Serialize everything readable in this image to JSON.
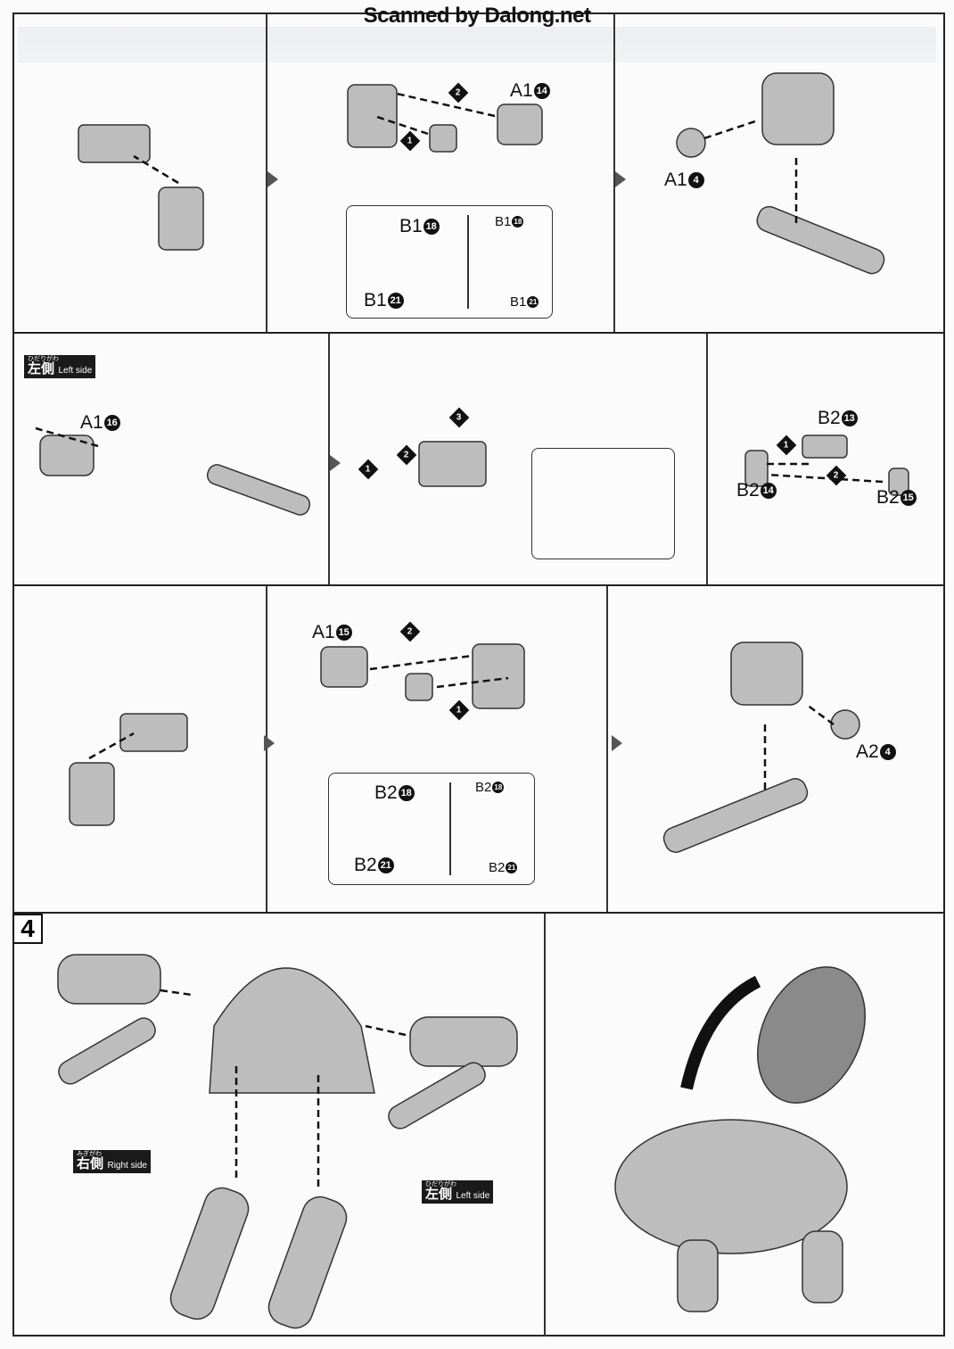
{
  "watermark": "Scanned by Dalong.net",
  "step_number": "4",
  "row1": {
    "order": [
      "2",
      "1"
    ],
    "main_part": {
      "part": "A1",
      "num": "14"
    },
    "inset": [
      {
        "part": "B1",
        "num": "18"
      },
      {
        "part": "B1",
        "num": "21"
      },
      {
        "part": "B1",
        "num": "18"
      },
      {
        "part": "B1",
        "num": "21"
      }
    ],
    "ball_part": {
      "part": "A1",
      "num": "4"
    }
  },
  "row2": {
    "side_badge": {
      "ruby": "ひだりがわ",
      "kanji": "左側",
      "en": "Left side"
    },
    "main_part": {
      "part": "A1",
      "num": "16"
    },
    "order": [
      "3",
      "2",
      "1"
    ],
    "parts": [
      {
        "part": "B2",
        "num": "13"
      },
      {
        "part": "B2",
        "num": "14"
      },
      {
        "part": "B2",
        "num": "15"
      }
    ],
    "parts_order": [
      "1",
      "2"
    ]
  },
  "row3": {
    "main_part": {
      "part": "A1",
      "num": "15"
    },
    "order": [
      "2",
      "1"
    ],
    "inset": [
      {
        "part": "B2",
        "num": "18"
      },
      {
        "part": "B2",
        "num": "21"
      },
      {
        "part": "B2",
        "num": "18"
      },
      {
        "part": "B2",
        "num": "21"
      }
    ],
    "ball_part": {
      "part": "A2",
      "num": "4"
    }
  },
  "row4": {
    "right_badge": {
      "ruby": "みぎがわ",
      "kanji": "右側",
      "en": "Right side"
    },
    "left_badge": {
      "ruby": "ひだりがわ",
      "kanji": "左側",
      "en": "Left side"
    }
  }
}
